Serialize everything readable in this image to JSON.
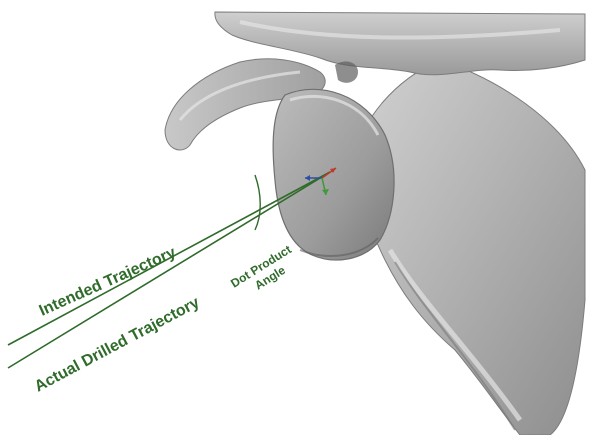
{
  "labels": {
    "intended_trajectory": "Intended Trajectory",
    "actual_trajectory": "Actual Drilled Trajectory",
    "angle_line1": "Dot Product",
    "angle_line2": "Angle"
  },
  "colors": {
    "trajectory_green": "#2f6b2a",
    "bone_base": "#a9a9a9",
    "bone_light": "#d6d6d6",
    "bone_dark": "#6f6f6f",
    "axis_red": "#c0392b",
    "axis_blue": "#2c4fa3",
    "axis_green": "#3f9a3a"
  }
}
